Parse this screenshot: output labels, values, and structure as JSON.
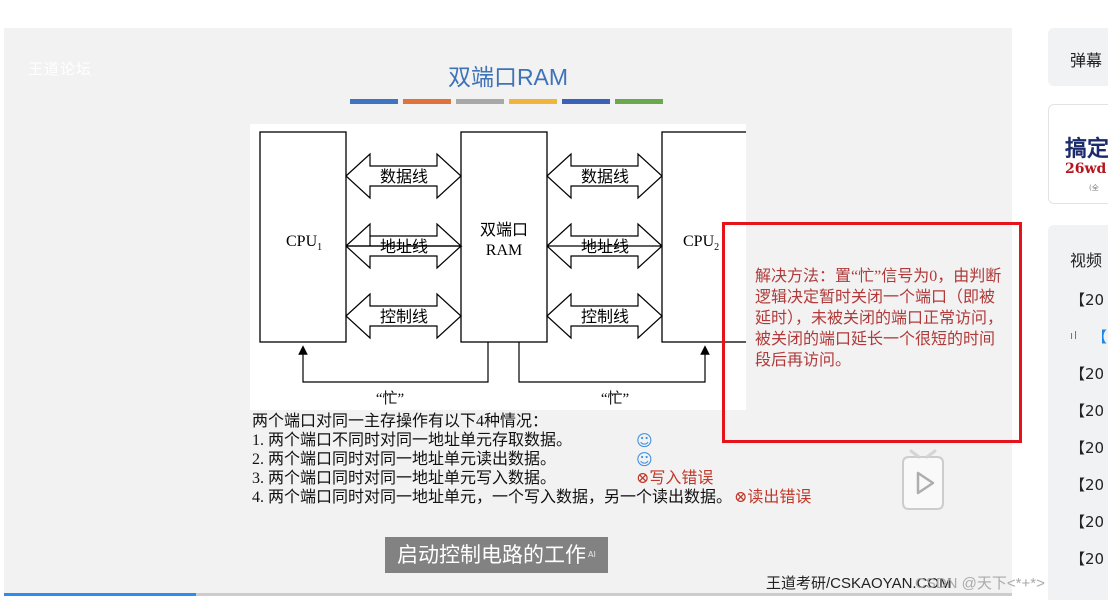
{
  "slide": {
    "logo": "王道论坛",
    "title": "双端口RAM",
    "color_bar": [
      "#3f74c2",
      "#e0733a",
      "#a8a8a8",
      "#f0b53a",
      "#3a62b8",
      "#6aa84f"
    ]
  },
  "diagram": {
    "cpu1": "CPU",
    "cpu1_sub": "1",
    "cpu2": "CPU",
    "cpu2_sub": "2",
    "ram_line1": "双端口",
    "ram_line2": "RAM",
    "data_bus": "数据线",
    "addr_bus": "地址线",
    "ctrl_bus": "控制线",
    "busy": "“忙”"
  },
  "notes": {
    "intro": "两个端口对同一主存操作有以下4种情况：",
    "case1": "1. 两个端口不同时对同一地址单元存取数据。",
    "case2": "2. 两个端口同时对同一地址单元读出数据。",
    "case3": "3. 两个端口同时对同一地址单元写入数据。",
    "case3_result": "⊗写入错误",
    "case4": "4. 两个端口同时对同一地址单元，一个写入数据，另一个读出数据。",
    "case4_result": "⊗读出错误",
    "smile": "☺"
  },
  "callout": {
    "text": "解决方法：置“忙”信号为0，由判断逻辑决定暂时关闭一个端口（即被延时），未被关闭的端口正常访问，被关闭的端口延长一个很短的时间段后再访问。"
  },
  "subtitle": {
    "text": "启动控制电路的工作",
    "ai_tag": "AI"
  },
  "brand": "王道考研/CSKAOYAN.COM",
  "csdn_watermark": "CSDN @天下<*+*>",
  "progress": {
    "fraction": 0.19
  },
  "sidebar": {
    "danmaku_label": "弹幕",
    "ad_title": "搞定",
    "ad_sub": "26wd",
    "ad_note": "(全",
    "playlist_heading": "视频",
    "items": [
      "【20",
      "【",
      "【20",
      "【20",
      "【20",
      "【20",
      "【20",
      "【20"
    ],
    "active_index": 1
  },
  "colors": {
    "accent": "#1e88e5",
    "callout_border": "#e5141b",
    "callout_text": "#b03a3a",
    "title": "#3e73b8"
  }
}
